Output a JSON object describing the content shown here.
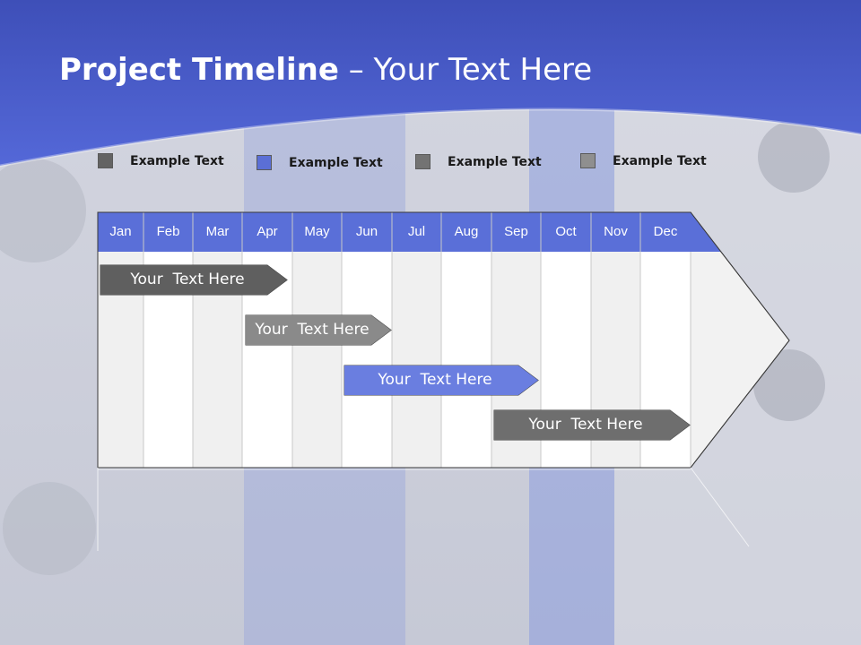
{
  "slide": {
    "title_bold": "Project Timeline",
    "title_rest": " – Your Text Here"
  },
  "legend": [
    {
      "label": "Example Text",
      "color": "#636363"
    },
    {
      "label": "Example Text",
      "color": "#5b6fd6"
    },
    {
      "label": "Example Text",
      "color": "#737373"
    },
    {
      "label": "Example Text",
      "color": "#8f8f8f"
    }
  ],
  "months": [
    "Jan",
    "Feb",
    "Mar",
    "Apr",
    "May",
    "Jun",
    "Jul",
    "Aug",
    "Sep",
    "Oct",
    "Nov",
    "Dec"
  ],
  "tasks": [
    {
      "label": "Your  Text Here",
      "color": "#5f5f5f"
    },
    {
      "label": "Your  Text Here",
      "color": "#8a8a8a"
    },
    {
      "label": "Your  Text Here",
      "color": "#6a7ee0"
    },
    {
      "label": "Your  Text Here",
      "color": "#6e6e6e"
    }
  ],
  "colors": {
    "header_band": "#5a6fd8",
    "title_band": "#4a5ccc"
  }
}
